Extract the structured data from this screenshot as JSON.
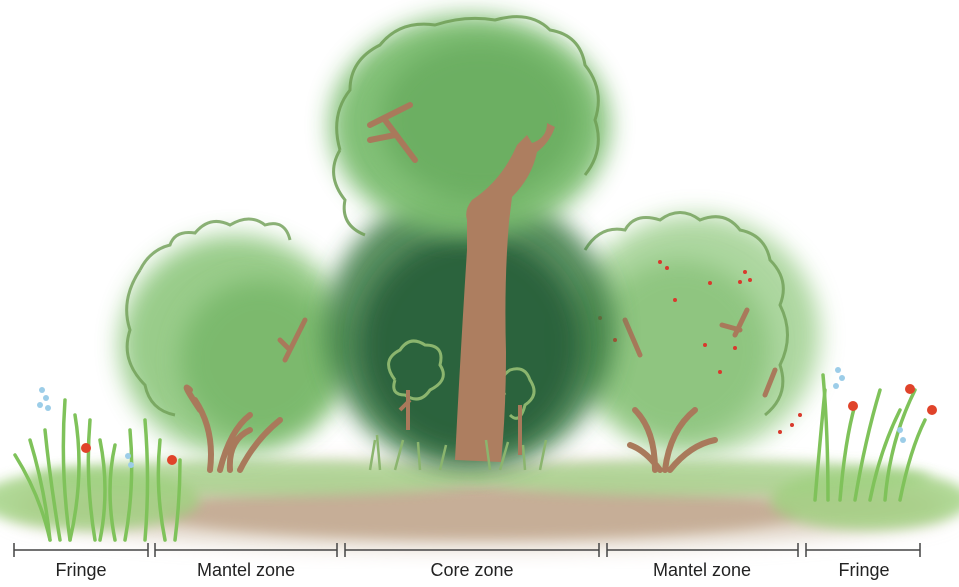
{
  "zones": [
    {
      "label": "Fringe"
    },
    {
      "label": "Mantel zone"
    },
    {
      "label": "Core zone"
    },
    {
      "label": "Mantel zone"
    },
    {
      "label": "Fringe"
    }
  ],
  "colors": {
    "ground": "#c9b49e",
    "grass": "#7fc25a",
    "foliage_light": "#a8d59a",
    "foliage_mid": "#6cae5c",
    "foliage_dark": "#2f6b3a",
    "outline": "#6f9e55",
    "trunk": "#b07f60",
    "flower_red": "#e0432a",
    "flower_blue": "#9ccde8",
    "berries": "#d9392c"
  }
}
